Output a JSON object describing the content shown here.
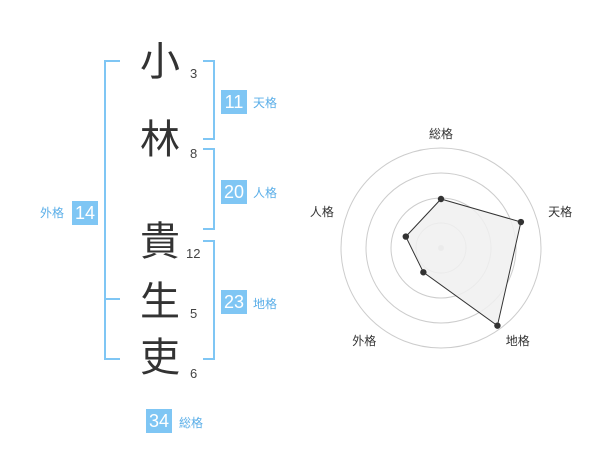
{
  "name": {
    "surname": [
      {
        "char": "小",
        "strokes": "3"
      },
      {
        "char": "林",
        "strokes": "8"
      }
    ],
    "given": [
      {
        "char": "貴",
        "strokes": "12"
      },
      {
        "char": "生",
        "strokes": "5"
      },
      {
        "char": "吏",
        "strokes": "6"
      }
    ]
  },
  "kakusu": {
    "ten": {
      "value": "11",
      "label": "天格"
    },
    "jin": {
      "value": "20",
      "label": "人格"
    },
    "chi": {
      "value": "23",
      "label": "地格"
    },
    "gai": {
      "value": "14",
      "label": "外格"
    },
    "so": {
      "value": "34",
      "label": "総格"
    }
  },
  "chart_data": {
    "type": "radar",
    "axes": [
      "総格",
      "天格",
      "地格",
      "外格",
      "人格"
    ],
    "values": [
      0.49,
      0.84,
      0.96,
      0.3,
      0.37
    ],
    "scale_max": 1,
    "rings": 4,
    "fill_color": "#f0f0f0",
    "line_color": "#333333",
    "grid_color": "#cccccc",
    "center_color": "#cccccc"
  },
  "colors": {
    "accent": "#7fc6f4",
    "label": "#5aaee8"
  }
}
